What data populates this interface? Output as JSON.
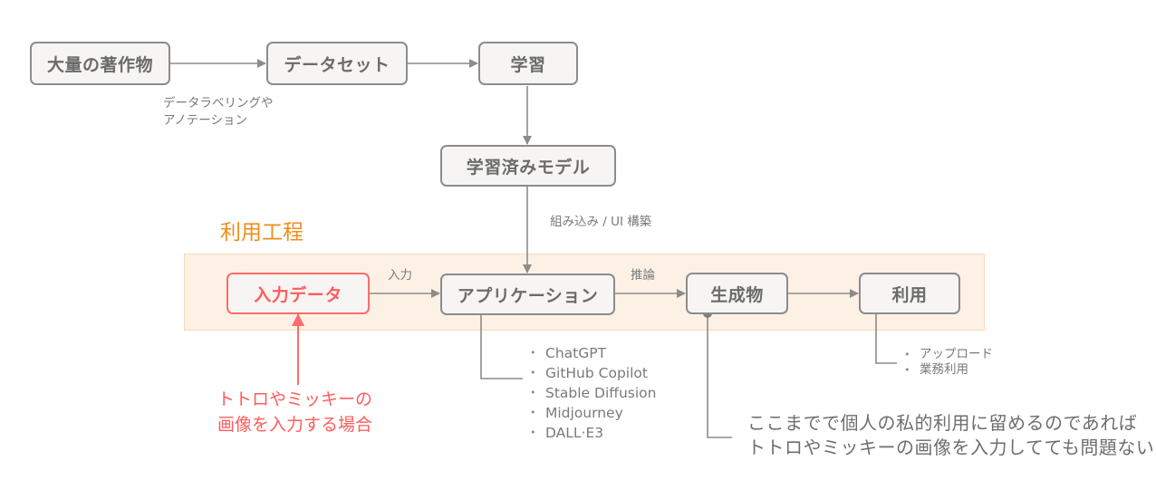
{
  "nodes": {
    "copyrighted_works": "大量の著作物",
    "dataset": "データセット",
    "training": "学習",
    "trained_model": "学習済みモデル",
    "input_data": "入力データ",
    "application": "アプリケーション",
    "generated": "生成物",
    "usage": "利用"
  },
  "edge_labels": {
    "labeling_line1": "データラベリングや",
    "labeling_line2": "アノテーション",
    "embed": "組み込み / UI 構築",
    "input": "入力",
    "inference": "推論"
  },
  "section_title": "利用工程",
  "app_examples": [
    "ChatGPT",
    "GitHub Copilot",
    "Stable Diffusion",
    "Midjourney",
    "DALL·E3"
  ],
  "usage_examples": [
    "アップロード",
    "業務利用"
  ],
  "red_note": [
    "トトロやミッキーの",
    "画像を入力する場合"
  ],
  "note": [
    "ここまでで個人の私的利用に留めるのであれば",
    "トトロやミッキーの画像を入力してても問題ない"
  ],
  "colors": {
    "accent_orange": "#f28c1b",
    "alert_red": "#ff5c5c",
    "panel_bg": "#fdf1e6",
    "edge_gray": "#8c8c8c"
  }
}
